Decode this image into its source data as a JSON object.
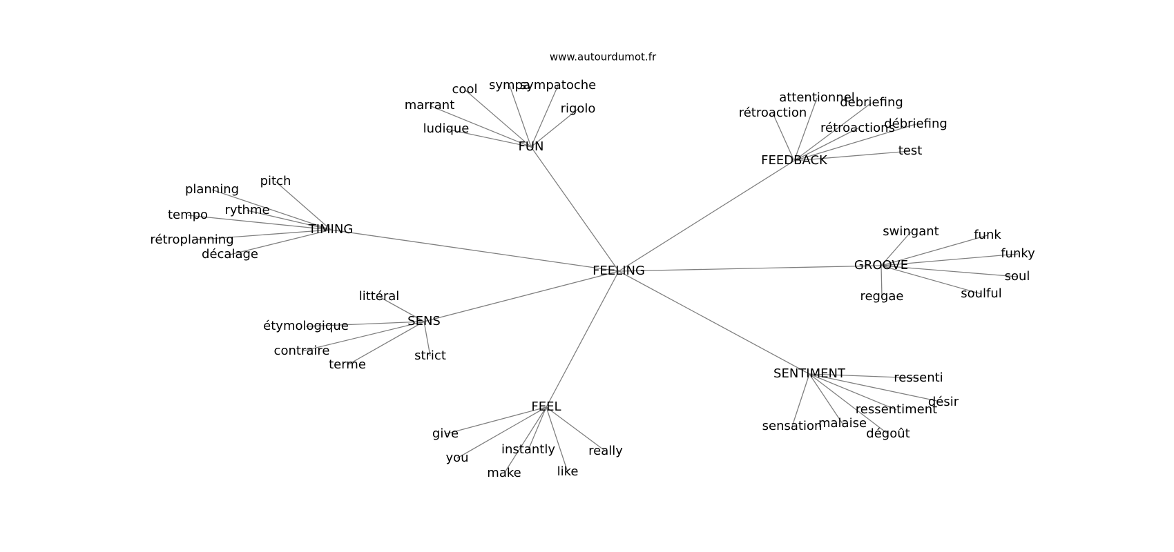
{
  "source": "www.autourdumot.fr",
  "root": "FEELING",
  "clusters": [
    {
      "hub": "FUN",
      "words": [
        "cool",
        "sympa",
        "sympatoche",
        "marrant",
        "rigolo",
        "ludique"
      ]
    },
    {
      "hub": "FEEDBACK",
      "words": [
        "attentionnel",
        "rétroaction",
        "debriefing",
        "rétroactions",
        "débriefing",
        "test"
      ]
    },
    {
      "hub": "TIMING",
      "words": [
        "pitch",
        "planning",
        "rythme",
        "tempo",
        "rétroplanning",
        "décalage"
      ]
    },
    {
      "hub": "GROOVE",
      "words": [
        "swingant",
        "funk",
        "funky",
        "soul",
        "soulful",
        "reggae"
      ]
    },
    {
      "hub": "SENS",
      "words": [
        "littéral",
        "étymologique",
        "contraire",
        "terme",
        "strict"
      ]
    },
    {
      "hub": "SENTIMENT",
      "words": [
        "ressenti",
        "désir",
        "ressentiment",
        "sensation",
        "malaise",
        "dégoût"
      ]
    },
    {
      "hub": "FEEL",
      "words": [
        "give",
        "you",
        "instantly",
        "really",
        "make",
        "like"
      ]
    }
  ]
}
